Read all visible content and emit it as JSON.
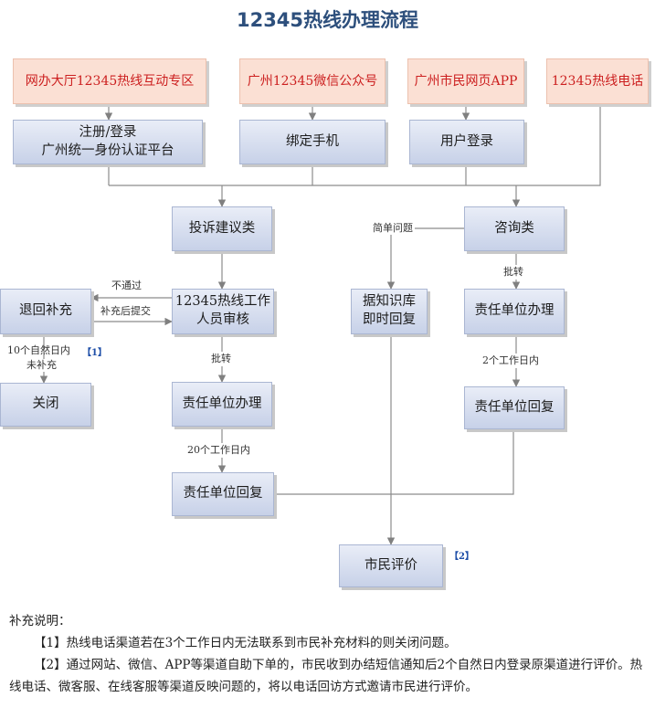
{
  "title": "12345热线办理流程",
  "channels": {
    "web": "网办大厅12345热线互动专区",
    "wechat": "广州12345微信公众号",
    "app": "广州市民网页APP",
    "phone": "12345热线电话"
  },
  "steps": {
    "register_line1": "注册/登录",
    "register_line2": "广州统一身份认证平台",
    "bind_phone": "绑定手机",
    "user_login": "用户登录",
    "complaint": "投诉建议类",
    "consult": "咨询类",
    "return_supplement": "退回补充",
    "review_line1": "12345热线工作",
    "review_line2": "人员审核",
    "kb_line1": "据知识库",
    "kb_line2": "即时回复",
    "dept_handle_left": "责任单位办理",
    "dept_handle_right": "责任单位办理",
    "close": "关闭",
    "dept_reply_right": "责任单位回复",
    "dept_reply_left": "责任单位回复",
    "evaluation": "市民评价"
  },
  "edge_labels": {
    "simple_question": "简单问题",
    "not_passed": "不通过",
    "resubmit": "补充后提交",
    "transfer_left": "批转",
    "transfer_right": "批转",
    "ten_days_line1": "10个自然日内",
    "ten_days_line2": "未补充",
    "two_days": "2个工作日内",
    "twenty_days": "20个工作日内"
  },
  "footnote_marks": {
    "n1": "【1】",
    "n2": "【2】"
  },
  "notes": {
    "heading": "补充说明：",
    "note1": "【1】热线电话渠道若在3个工作日内无法联系到市民补充材料的则关闭问题。",
    "note2": "【2】通过网站、微信、APP等渠道自助下单的，市民收到办结短信通知后2个自然日内登录原渠道进行评价。热线电话、微客服、在线客服等渠道反映问题的，将以电话回访方式邀请市民进行评价。"
  },
  "colors": {
    "title": "#2d4f7c",
    "channel_text": "#cc1f1f",
    "channel_fill": "#fbe0d4",
    "step_fill": "#c7d1e8",
    "line": "#8c8c8c",
    "note_marker": "#1f4fa8"
  }
}
